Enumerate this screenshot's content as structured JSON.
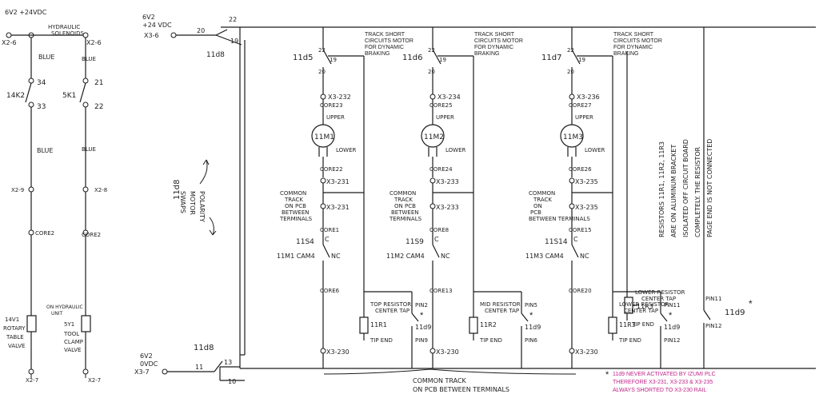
{
  "left_supply": {
    "label": "6V2 +24VDC",
    "terminal_top": "X2-6"
  },
  "hydraulic_label": {
    "line1": "HYDRAULIC",
    "line2": "SOLENOIDS"
  },
  "left_branch_a": {
    "terminal_top": "X2-6",
    "wire_top": "BLUE",
    "contact_no_top": "34",
    "contact_name": "14K2",
    "contact_no_bottom": "33",
    "wire_mid": "BLUE",
    "terminal_mid": "X2-9",
    "core": "CORE2",
    "coil_name": "14V1",
    "coil_desc1": "ROTARY",
    "coil_desc2": "TABLE",
    "coil_desc3": "VALVE",
    "terminal_bottom": "X2-7"
  },
  "left_branch_b": {
    "terminal_top": "X2-6",
    "wire_top": "BLUE",
    "contact_no_top": "21",
    "contact_name": "5K1",
    "contact_no_bottom": "22",
    "wire_mid": "BLUE",
    "terminal_mid": "X2-8",
    "core": "CORE2",
    "coil_name": "5Y1",
    "coil_desc1": "TOOL",
    "coil_desc2": "CLAMP",
    "coil_desc3": "VALVE",
    "unit_note1": "ON HYDRAULIC",
    "unit_note2": "UNIT",
    "terminal_bottom": "X2-7"
  },
  "main_supply": {
    "label1": "6V2",
    "label2": "+24 VDC",
    "terminal": "X3-6",
    "wire": "20",
    "relay_no": "19",
    "relay_name": "11d8",
    "top_rail_no": "22"
  },
  "swap_note": {
    "relay": "11d8",
    "line1": "SWAPS",
    "line2": "MOTOR",
    "line3": "POLARITY"
  },
  "bottom_supply": {
    "label1": "6V2",
    "label2": "0VDC",
    "terminal": "X3-7",
    "wire": "11",
    "contact_top": "13",
    "contact_bottom": "10",
    "relay_name": "11d8"
  },
  "motors": [
    {
      "relay_name": "11d5",
      "contact_top": "22",
      "contact_right": "19",
      "contact_bottom": "20",
      "note1": "TRACK SHORT",
      "note2": "CIRCUITS MOTOR",
      "note3": "FOR DYNAMIC",
      "note4": "BRAKING",
      "terminal_a": "X3-232",
      "core_a": "CORE23",
      "upper": "UPPER",
      "motor": "11M1",
      "lower": "LOWER",
      "core_b": "CORE22",
      "terminal_b": "X3-231",
      "terminal_c": "X3-231",
      "common1": "COMMON",
      "common2": "TRACK",
      "common3": "ON PCB",
      "common4": "BETWEEN",
      "common5": "TERMINALS",
      "core_c": "CORE1",
      "switch_name": "11S4",
      "switch_sub": "11M1 CAM4",
      "c_label": "C",
      "nc_label": "NC",
      "core_d": "CORE6",
      "res_note1": "TOP RESISTOR",
      "res_note2": "CENTER TAP",
      "resistor": "11R1",
      "tip": "TIP END",
      "pin_a": "PIN2",
      "pin_b": "PIN9",
      "relay_contact": "11d9",
      "terminal_bottom": "X3-230"
    },
    {
      "relay_name": "11d6",
      "contact_top": "22",
      "contact_right": "19",
      "contact_bottom": "20",
      "note1": "TRACK SHORT",
      "note2": "CIRCUITS MOTOR",
      "note3": "FOR DYNAMIC",
      "note4": "BRAKING",
      "terminal_a": "X3-234",
      "core_a": "CORE25",
      "upper": "UPPER",
      "motor": "11M2",
      "lower": "LOWER",
      "core_b": "CORE24",
      "terminal_b": "X3-233",
      "terminal_c": "X3-233",
      "common1": "COMMON",
      "common2": "TRACK",
      "common3": "ON PCB",
      "common4": "BETWEEN",
      "common5": "TERMINALS",
      "core_c": "CORE8",
      "switch_name": "11S9",
      "switch_sub": "11M2 CAM4",
      "c_label": "C",
      "nc_label": "NC",
      "core_d": "CORE13",
      "res_note1": "MID RESISTOR",
      "res_note2": "CENTER TAP",
      "resistor": "11R2",
      "tip": "TIP END",
      "pin_a": "PIN5",
      "pin_b": "PIN6",
      "relay_contact": "11d9",
      "terminal_bottom": "X3-230"
    },
    {
      "relay_name": "11d7",
      "contact_top": "22",
      "contact_right": "19",
      "contact_bottom": "20",
      "note1": "TRACK SHORT",
      "note2": "CIRCUITS MOTOR",
      "note3": "FOR DYNAMIC",
      "note4": "BRAKING",
      "terminal_a": "X3-236",
      "core_a": "CORE27",
      "upper": "UPPER",
      "motor": "11M3",
      "lower": "LOWER",
      "core_b": "CORE26",
      "terminal_b": "X3-235",
      "terminal_c": "X3-235",
      "common1": "COMMON",
      "common2": "TRACK",
      "common3": "ON",
      "common4": "PCB",
      "common5": "BETWEEN TERMINALS",
      "core_c": "CORE15",
      "switch_name": "11S14",
      "switch_sub": "11M3 CAM4",
      "c_label": "C",
      "nc_label": "NC",
      "core_d": "CORE20",
      "res_note1": "LOWER RESISTOR",
      "res_note2": "CENTER TAP",
      "resistor": "11R3",
      "tip": "TIP END",
      "pin_a": "PIN11",
      "pin_b": "PIN12",
      "relay_contact": "11d9",
      "terminal_bottom": "X3-230"
    }
  ],
  "vertical_note": {
    "line1": "RESISTORS 11R1, 11R2, 11R3",
    "line2": "ARE ON ALUMINUM BRACKET",
    "line3": "ISOLATED OFF CIRCUIT BOARD",
    "line4": "COMPLETELY. THE RESISTOR",
    "line5": "PAGE END IS NOT CONNECTED"
  },
  "bottom_note": {
    "line1": "COMMON TRACK",
    "line2": "ON PCB BETWEEN TERMINALS"
  },
  "pink_note": {
    "line1": "11d9 NEVER ACTIVATED BY IZUMI PLC",
    "line2": "THEREFORE X3-231, X3-233 & X3-235",
    "line3": "ALWAYS SHORTED TO X3-230 RAIL",
    "color": "#c0248a"
  }
}
